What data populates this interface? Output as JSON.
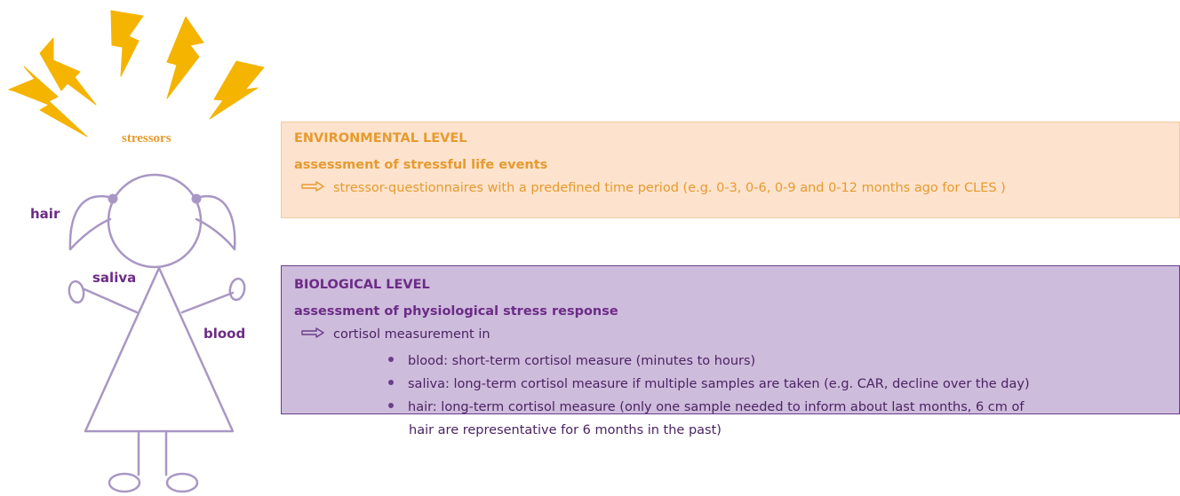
{
  "figure": {
    "stressors_label": "stressors",
    "body_labels": {
      "hair": "hair",
      "saliva": "saliva",
      "blood": "blood"
    },
    "colors": {
      "lightning": "#f4b400",
      "child_outline": "#a897c4",
      "orange_text": "#e69a2e",
      "purple_text": "#6c2b86",
      "environmental_panel_bg": "#fde3cd",
      "biological_panel_bg": "#cebcdc"
    }
  },
  "environmental_panel": {
    "heading": "ENVIRONMENTAL LEVEL",
    "subheading": "assessment of stressful life events",
    "arrow_icon": "right-arrow-icon",
    "bullet": "stressor-questionnaires with a predefined time period (e.g. 0-3, 0-6, 0-9 and 0-12 months ago for CLES )"
  },
  "biological_panel": {
    "heading": "BIOLOGICAL LEVEL",
    "subheading": "assessment of physiological stress response",
    "arrow_icon": "right-arrow-icon",
    "bullet": "cortisol measurement in",
    "items": [
      "blood: short-term cortisol measure (minutes to hours)",
      "saliva: long-term cortisol measure if multiple samples are taken (e.g. CAR, decline over the day)",
      "hair: long-term cortisol measure (only one sample needed to inform about last months, 6 cm of"
    ],
    "item_continuation": "hair are representative for 6 months in the past)"
  }
}
